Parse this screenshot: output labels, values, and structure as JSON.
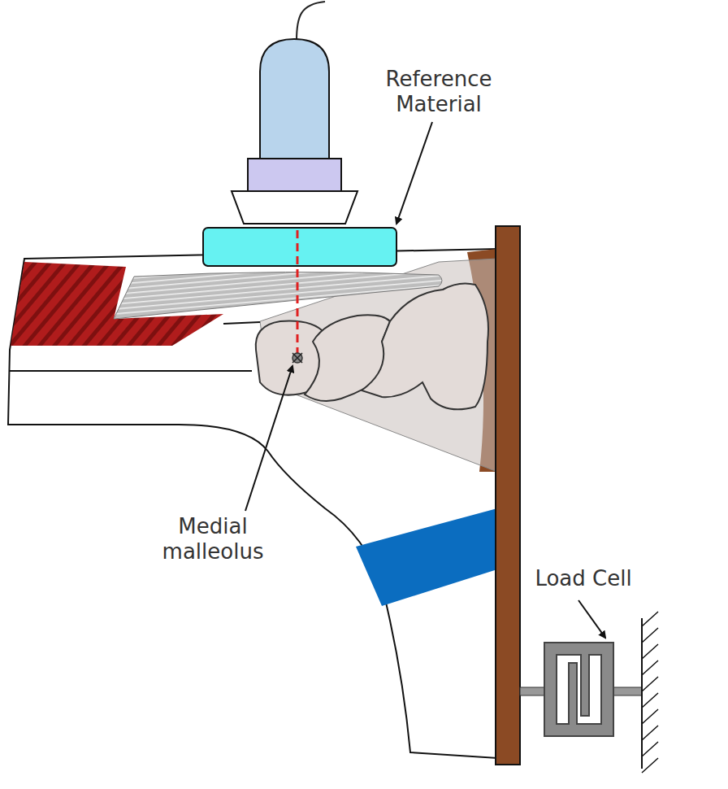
{
  "diagram": {
    "labels": [
      "Reference Material",
      "Medial malleolus",
      "Load Cell"
    ]
  }
}
